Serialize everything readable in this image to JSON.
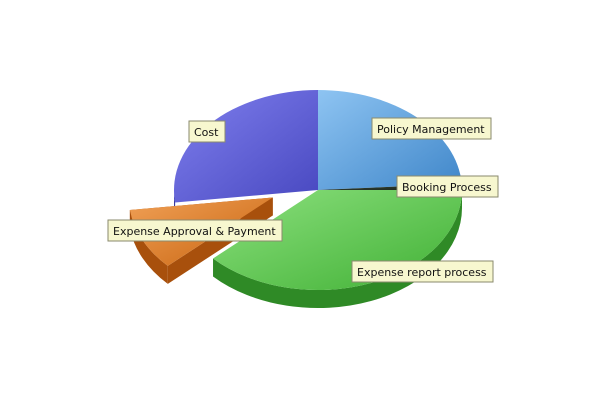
{
  "chart_data": {
    "type": "pie",
    "style": "3d-exploded",
    "title": "",
    "slices": [
      {
        "name": "Policy Management",
        "value": 24,
        "color": "#5aa2e0",
        "side_color": "#2f6fae"
      },
      {
        "name": "Booking Process",
        "value": 1,
        "color": "#2a3a2a",
        "side_color": "#1a241a"
      },
      {
        "name": "Expense report process",
        "value": 38,
        "color": "#5cc850",
        "side_color": "#2f8a26"
      },
      {
        "name": "Expense Approval & Payment",
        "value": 10,
        "color": "#e07a22",
        "side_color": "#a8500c",
        "exploded": true
      },
      {
        "name": "Cost",
        "value": 27,
        "color": "#6060d8",
        "side_color": "#3a3aa0"
      }
    ]
  }
}
